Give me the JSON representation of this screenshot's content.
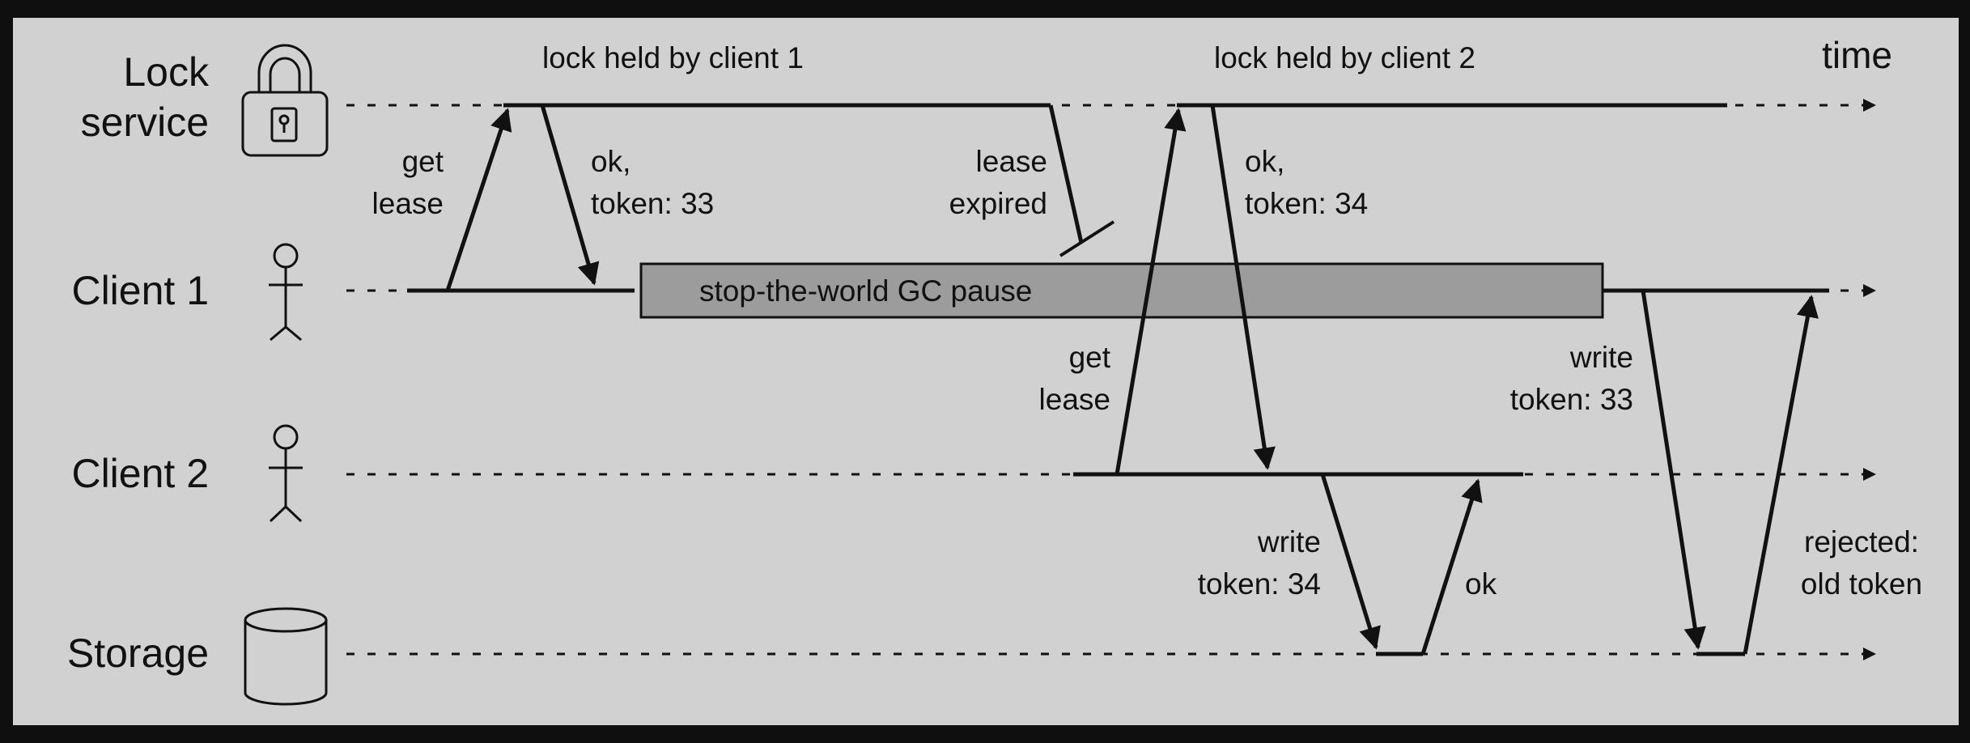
{
  "actors": {
    "lock_service": [
      "Lock",
      "service"
    ],
    "client1": "Client 1",
    "client2": "Client 2",
    "storage": "Storage"
  },
  "time_label": "time",
  "lock_held": {
    "client1": "lock held by client 1",
    "client2": "lock held by client 2"
  },
  "gc_pause": "stop-the-world GC pause",
  "messages": {
    "c1_get_lease": [
      "get",
      "lease"
    ],
    "c1_ok_token": [
      "ok,",
      "token: 33"
    ],
    "lease_expired": [
      "lease",
      "expired"
    ],
    "c2_get_lease": [
      "get",
      "lease"
    ],
    "c2_ok_token": [
      "ok,",
      "token: 34"
    ],
    "c2_write": [
      "write",
      "token: 34"
    ],
    "storage_ok": "ok",
    "c1_write": [
      "write",
      "token: 33"
    ],
    "rejected": [
      "rejected:",
      "old token"
    ]
  },
  "colors": {
    "panel": "#d1d1d1",
    "ink": "#111111",
    "gc_bar": "#9c9c9c",
    "frame": "#0f0f0f"
  }
}
